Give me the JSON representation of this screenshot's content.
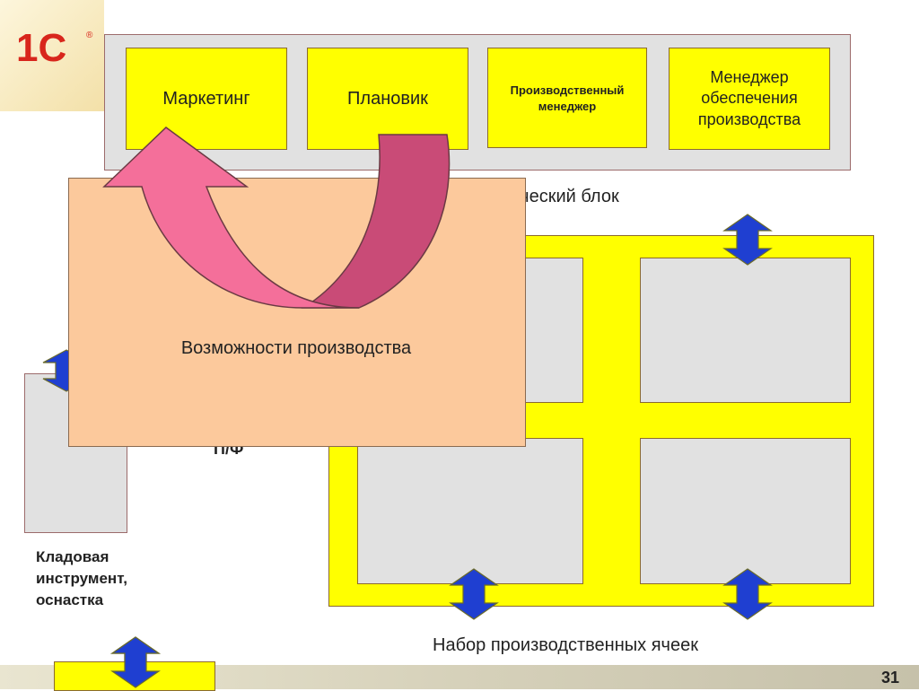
{
  "logo": {
    "text": "1С",
    "registered": "®",
    "colors": {
      "brand": "#d8261c",
      "background": "#f3e0a8"
    }
  },
  "top_block": {
    "boxes": [
      {
        "label": "Маркетинг"
      },
      {
        "label": "Плановик"
      },
      {
        "label": "Производственный менеджер"
      },
      {
        "label": "Менеджер обеспечения производства"
      }
    ],
    "caption_visible": "ический блок"
  },
  "overlay": {
    "label": "Возможности производства"
  },
  "partial_label": "П/Ф",
  "storage": {
    "label_lines": [
      "Кладовая",
      "инструмент,",
      "оснастка"
    ]
  },
  "cells": {
    "caption": "Набор производственных ячеек"
  },
  "page_number": "31",
  "colors": {
    "yellow": "#ffff00",
    "gray": "#e1e1e1",
    "peach": "#fcc99c",
    "arrow_blue": "#1f3fd1",
    "curved_arrow_pink": "#f46f9a",
    "curved_arrow_rose": "#c94b77"
  },
  "icons": [
    "double-vertical-arrow-icon",
    "curved-u-turn-arrow-icon"
  ]
}
